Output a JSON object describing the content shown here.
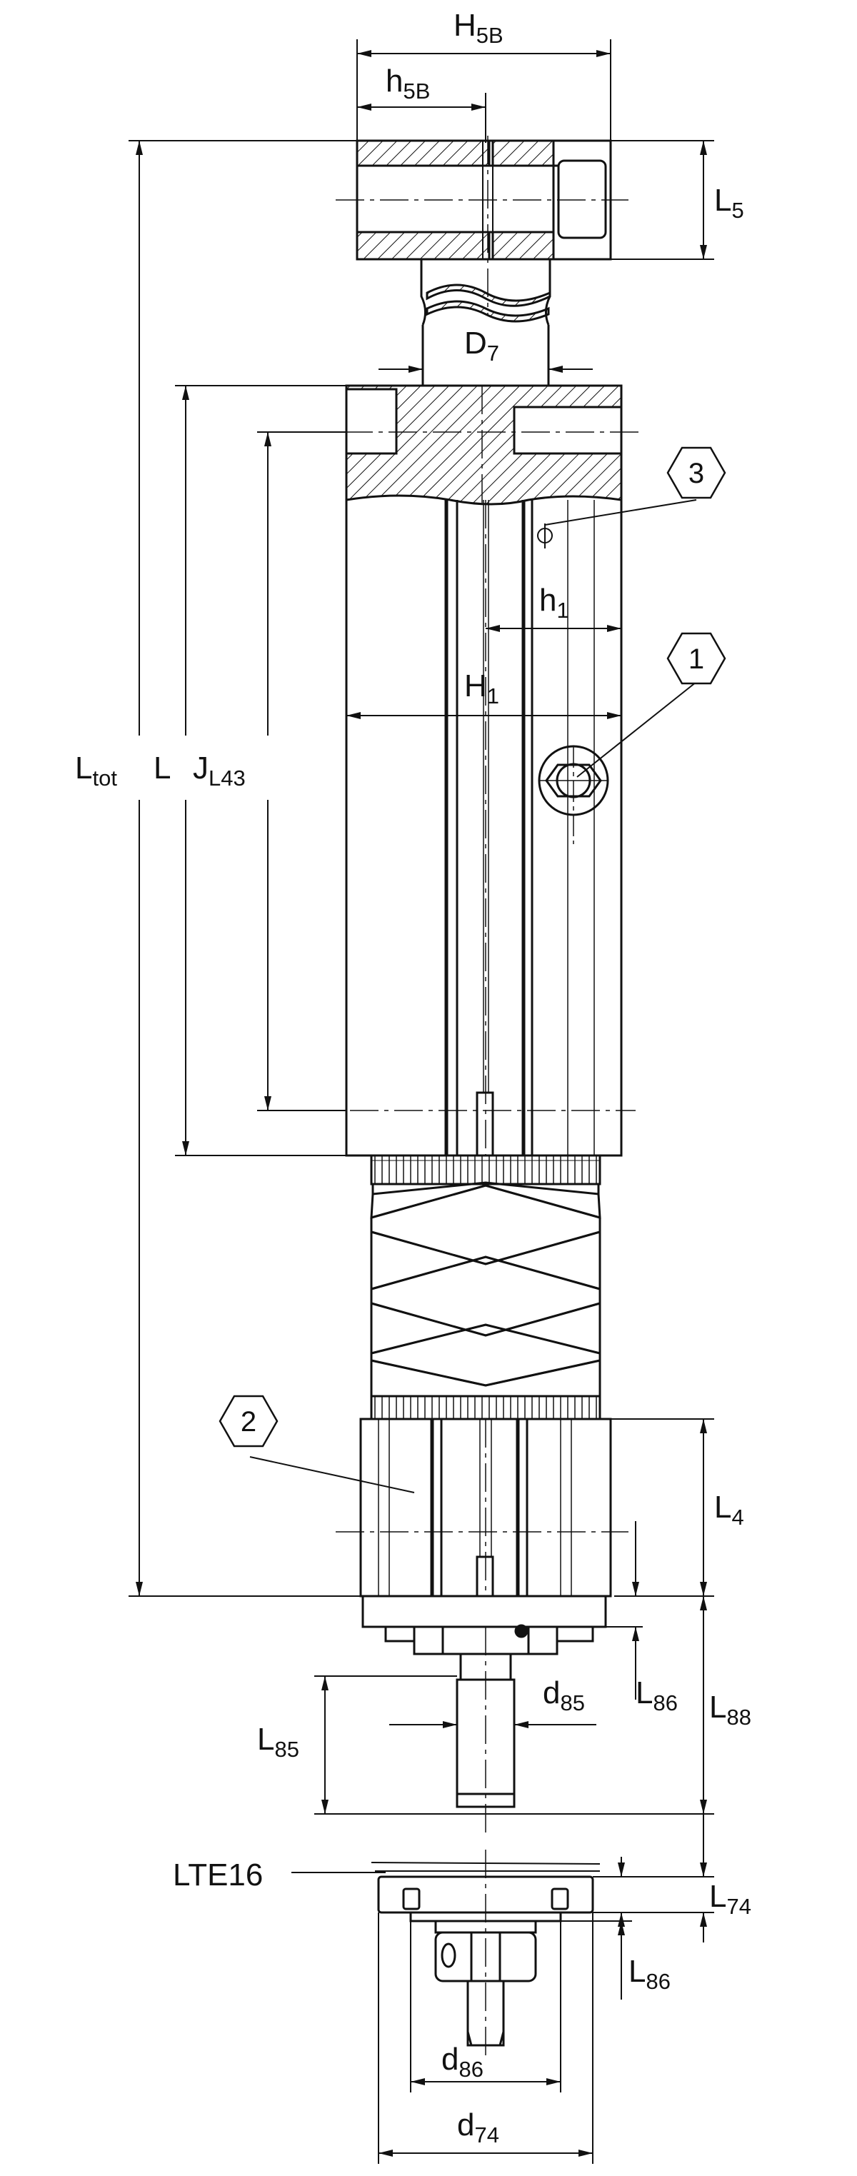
{
  "dimensions": {
    "H5B": {
      "main": "H",
      "sub": "5B"
    },
    "h5B": {
      "main": "h",
      "sub": "5B"
    },
    "L5": {
      "main": "L",
      "sub": "5"
    },
    "D7": {
      "main": "D",
      "sub": "7"
    },
    "h1": {
      "main": "h",
      "sub": "1"
    },
    "H1": {
      "main": "H",
      "sub": "1"
    },
    "Ltot": {
      "main": "L",
      "sub": "tot"
    },
    "L": {
      "main": "L"
    },
    "JL43": {
      "main": "J",
      "sub": "L43"
    },
    "L4": {
      "main": "L",
      "sub": "4"
    },
    "d85": {
      "main": "d",
      "sub": "85"
    },
    "L86a": {
      "main": "L",
      "sub": "86"
    },
    "L88": {
      "main": "L",
      "sub": "88"
    },
    "L85": {
      "main": "L",
      "sub": "85"
    },
    "L74": {
      "main": "L",
      "sub": "74"
    },
    "L86b": {
      "main": "L",
      "sub": "86"
    },
    "d86": {
      "main": "d",
      "sub": "86"
    },
    "d74": {
      "main": "d",
      "sub": "74"
    }
  },
  "callouts": {
    "c1": "1",
    "c2": "2",
    "c3": "3"
  },
  "accessory_label": "LTE16"
}
